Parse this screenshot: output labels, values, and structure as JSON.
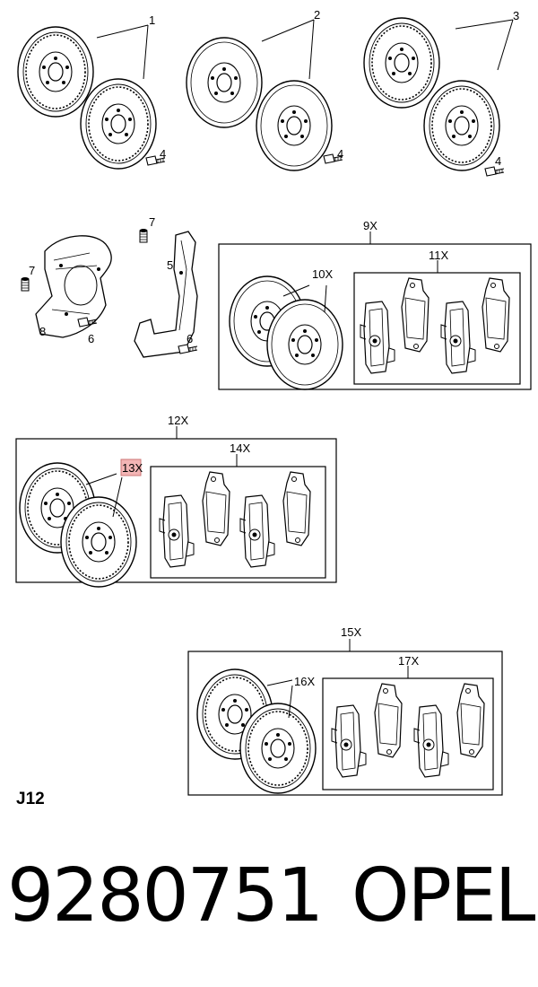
{
  "callouts": {
    "c1": "1",
    "c2": "2",
    "c3": "3",
    "c4a": "4",
    "c4b": "4",
    "c4c": "4",
    "c5": "5",
    "c6a": "6",
    "c6b": "6",
    "c7a": "7",
    "c7b": "7",
    "c8": "8",
    "c9": "9X",
    "c10": "10X",
    "c11": "11X",
    "c12": "12X",
    "c13": "13X",
    "c14": "14X",
    "c15": "15X",
    "c16": "16X",
    "c17": "17X"
  },
  "highlight_color": "#f3b5b5",
  "footer": {
    "section_code": "J12",
    "part_number": "9280751",
    "brand": "OPEL"
  }
}
